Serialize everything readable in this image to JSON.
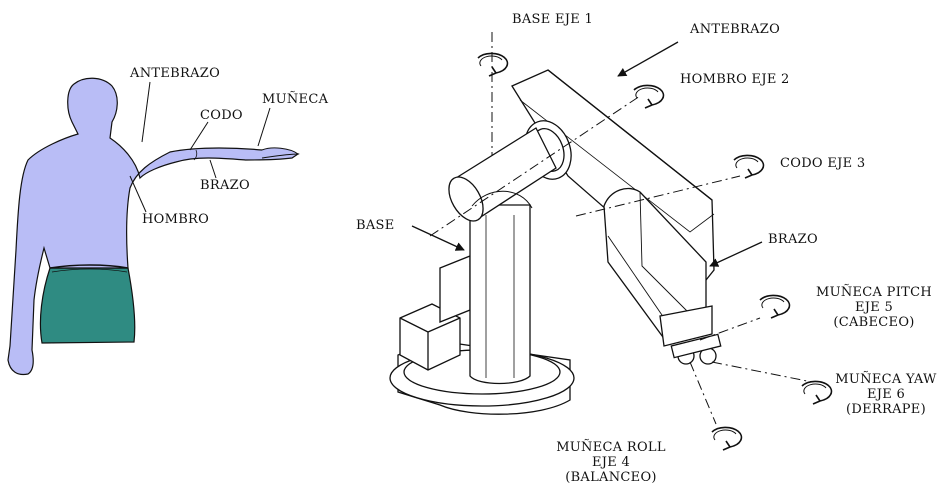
{
  "colors": {
    "skin": "#b9bdf6",
    "shorts": "#2f8b82",
    "ink": "#111111",
    "paper": "#ffffff"
  },
  "human": {
    "antebrazo": "ANTEBRAZO",
    "codo": "CODO",
    "muneca": "MUÑECA",
    "brazo": "BRAZO",
    "hombro": "HOMBRO"
  },
  "robot": {
    "base_eje1": "BASE EJE 1",
    "antebrazo": "ANTEBRAZO",
    "hombro_eje2": "HOMBRO EJE 2",
    "codo_eje3": "CODO EJE 3",
    "base": "BASE",
    "brazo": "BRAZO",
    "pitch": [
      "MUÑECA PITCH",
      "EJE 5",
      "(CABECEO)"
    ],
    "yaw": [
      "MUÑECA YAW",
      "EJE 6",
      "(DERRAPE)"
    ],
    "roll": [
      "MUÑECA ROLL",
      "EJE 4",
      "(BALANCEO)"
    ]
  },
  "icons": [
    "rotation-arrow-icon"
  ]
}
